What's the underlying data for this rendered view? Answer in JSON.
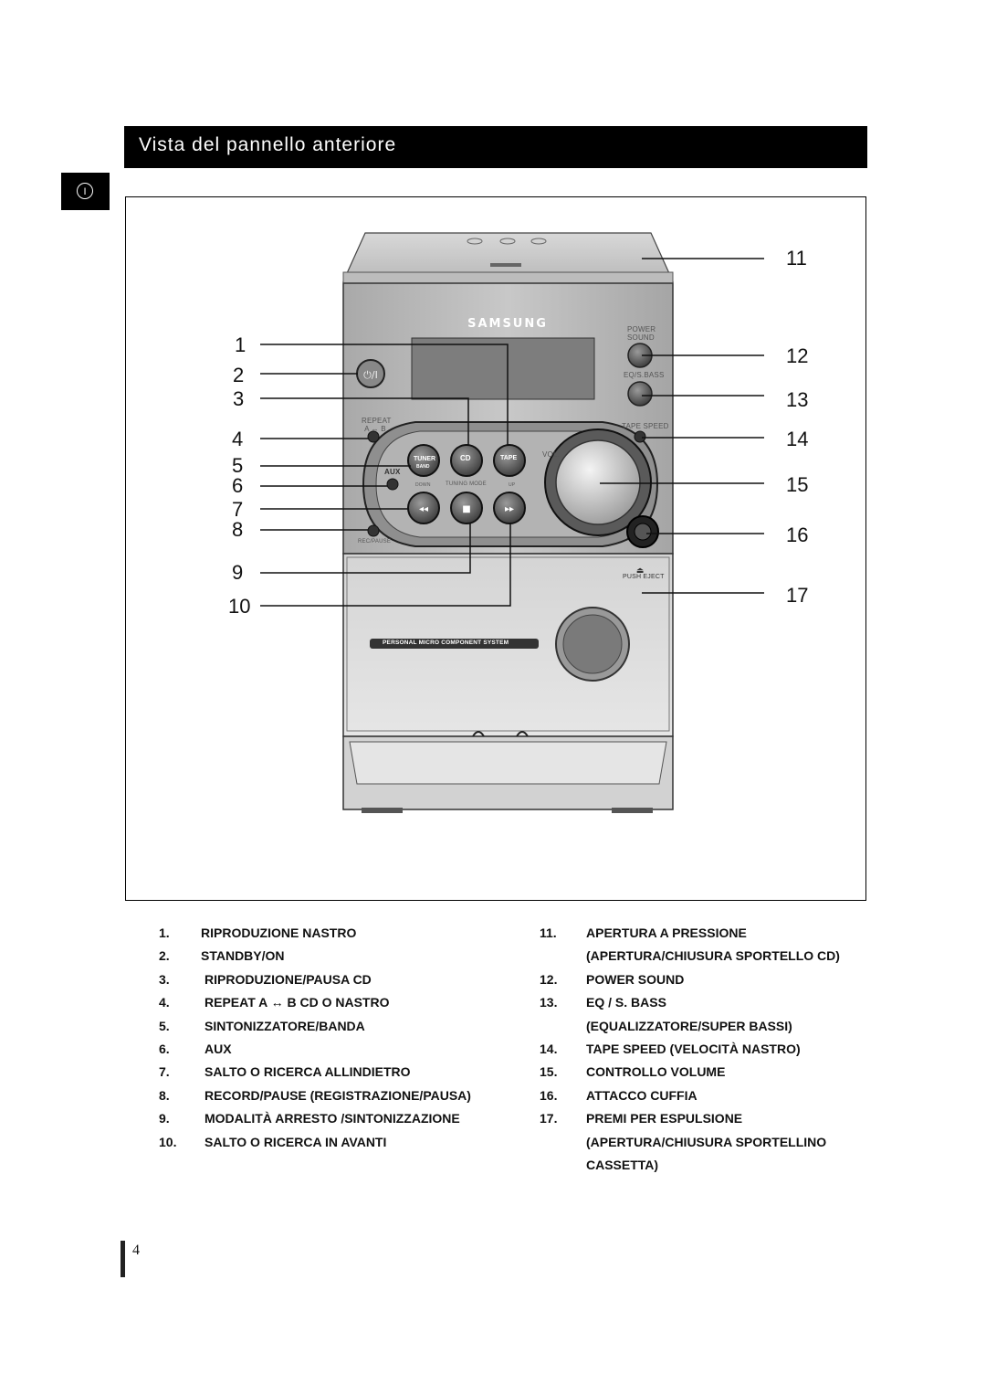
{
  "header": {
    "title": "Vista del pannello anteriore",
    "lang_tab": "I"
  },
  "figure": {
    "brand": "SAMSUNG",
    "left_numbers": [
      "1",
      "2",
      "3",
      "4",
      "5",
      "6",
      "7",
      "8",
      "9",
      "10"
    ],
    "right_numbers": [
      "11",
      "12",
      "13",
      "14",
      "15",
      "16",
      "17"
    ],
    "labels": {
      "power_sound": [
        "POWER",
        "SOUND"
      ],
      "eq_sbass": "EQ/S.BASS",
      "repeat": [
        "REPEAT",
        "A ↔ B"
      ],
      "tape_speed": "TAPE SPEED",
      "tuner": "TUNER",
      "band": "BAND",
      "cd": "CD",
      "tape": "TAPE",
      "aux": "AUX",
      "vol": "VOL.",
      "down": "DOWN",
      "tuning_mode": "TUNING MODE",
      "up": "UP",
      "rec_pause": "REC/PAUSE",
      "push_eject": "PUSH EJECT",
      "system_name": "PERSONAL MICRO COMPONENT SYSTEM"
    }
  },
  "legend": {
    "left": [
      {
        "n": "1.",
        "text": "RIPRODUZIONE NASTRO"
      },
      {
        "n": "2.",
        "text": "STANDBY/ON"
      },
      {
        "n": "3.",
        "text": "RIPRODUZIONE/PAUSA CD"
      },
      {
        "n": "4.",
        "text": "REPEAT A  ↔ B CD O NASTRO"
      },
      {
        "n": "5.",
        "text": "SINTONIZZATORE/BANDA"
      },
      {
        "n": "6.",
        "text": "AUX"
      },
      {
        "n": "7.",
        "text": "SALTO O RICERCA ALLINDIETRO"
      },
      {
        "n": "8.",
        "text": "RECORD/PAUSE (REGISTRAZIONE/PAUSA)"
      },
      {
        "n": "9.",
        "text": "MODALITÀ ARRESTO /SINTONIZZAZIONE"
      },
      {
        "n": "10.",
        "text": "SALTO O RICERCA IN AVANTI"
      }
    ],
    "right": [
      {
        "n": "11.",
        "text": "APERTURA A PRESSIONE"
      },
      {
        "n": "",
        "text": "(APERTURA/CHIUSURA SPORTELLO CD)"
      },
      {
        "n": "12.",
        "text": "POWER SOUND"
      },
      {
        "n": "13.",
        "text": "EQ / S. BASS"
      },
      {
        "n": "",
        "text": "(EQUALIZZATORE/SUPER BASSI)"
      },
      {
        "n": "14.",
        "text": "TAPE SPEED (VELOCITÀ NASTRO)"
      },
      {
        "n": "15.",
        "text": "CONTROLLO VOLUME"
      },
      {
        "n": "16.",
        "text": "ATTACCO CUFFIA"
      },
      {
        "n": "17.",
        "text": "PREMI PER ESPULSIONE"
      },
      {
        "n": "",
        "text": "(APERTURA/CHIUSURA SPORTELLINO"
      },
      {
        "n": "",
        "text": "CASSETTA)"
      }
    ]
  },
  "page_number": "4"
}
